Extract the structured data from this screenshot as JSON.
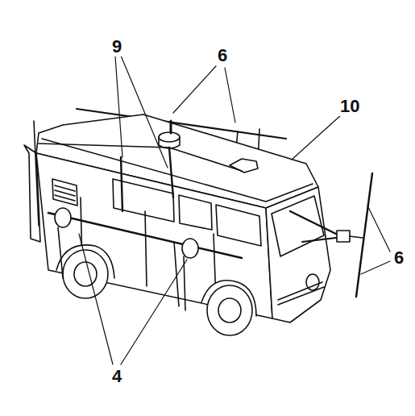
{
  "diagram": {
    "labels": [
      "9",
      "6",
      "10",
      "6",
      "4"
    ]
  }
}
